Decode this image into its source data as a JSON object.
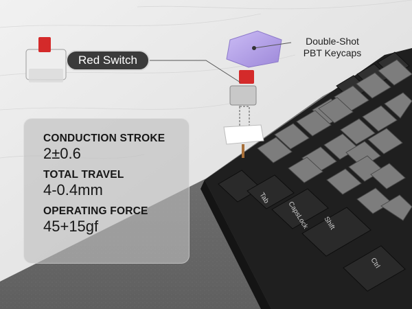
{
  "switch_callout": {
    "label": "Red Switch"
  },
  "keycap_callout": {
    "line1": "Double-Shot",
    "line2": "PBT Keycaps"
  },
  "specs": [
    {
      "name": "CONDUCTION STROKE",
      "value": "2±0.6"
    },
    {
      "name": "TOTAL TRAVEL",
      "value": "4-0.4mm"
    },
    {
      "name": "OPERATING FORCE",
      "value": "45+15gf"
    }
  ],
  "keys": {
    "tab": "Tab",
    "caps": "CapsLock",
    "shift": "Shift",
    "ctrl": "Ctrl"
  },
  "colors": {
    "switch_stem": "#d42a2a",
    "keycap_purple": "#b6a4e6",
    "key_dark": "#2b2b2b",
    "key_grey": "#7c7c7c",
    "panel": "#bebebe"
  }
}
